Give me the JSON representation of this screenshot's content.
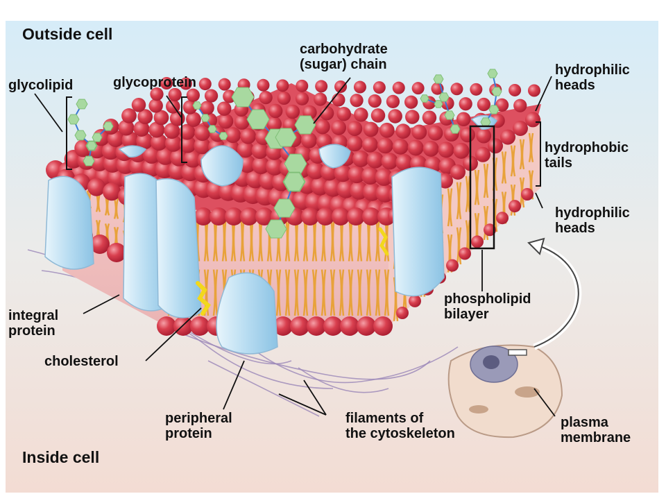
{
  "regions": {
    "outside": "Outside cell",
    "inside": "Inside cell"
  },
  "labels": {
    "glycolipid": "glycolipid",
    "glycoprotein": "glycoprotein",
    "carbohydrate": [
      "carbohydrate",
      "(sugar) chain"
    ],
    "hydrophilic_top": [
      "hydrophilic",
      "heads"
    ],
    "hydrophobic": [
      "hydrophobic",
      "tails"
    ],
    "hydrophilic_bottom": [
      "hydrophilic",
      "heads"
    ],
    "phospholipid": [
      "phospholipid",
      "bilayer"
    ],
    "integral": [
      "integral",
      "protein"
    ],
    "cholesterol": "cholesterol",
    "peripheral": [
      "peripheral",
      "protein"
    ],
    "filaments": [
      "filaments of",
      "the cytoskeleton"
    ],
    "plasma": [
      "plasma",
      "membrane"
    ]
  },
  "colors": {
    "outside_bg": "#dbeef7",
    "inside_bg": "#f2ddd5",
    "head": "#d8384f",
    "tail": "#e8a23a",
    "protein": "#bfe0f2",
    "sugar": "#a8d9a0",
    "cholesterol": "#f2d81c"
  }
}
